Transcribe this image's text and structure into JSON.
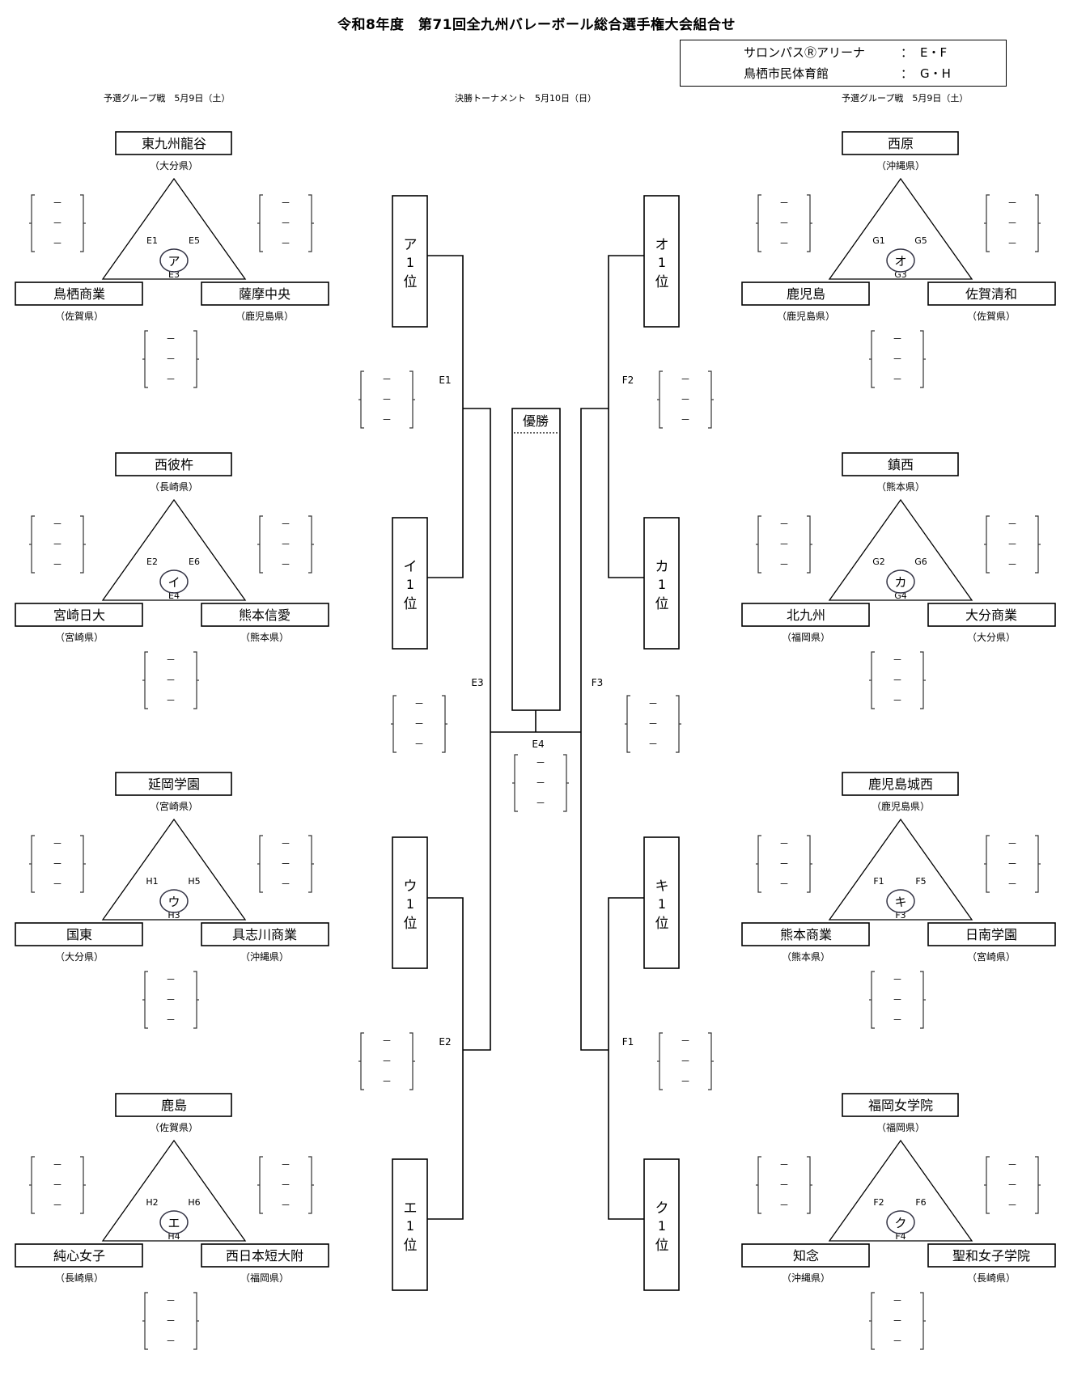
{
  "title": "令和8年度　第71回全九州バレーボール総合選手権大会組合せ",
  "venues": [
    {
      "name": "サロンパスⓇアリーナ",
      "colon": "：",
      "courts": "E・F"
    },
    {
      "name": "鳥栖市民体育館",
      "colon": "：",
      "courts": "G・H"
    }
  ],
  "subtitles": {
    "left": "予選グループ戦　5月9日（土）",
    "center": "決勝トーナメント　5月10日（日）",
    "right": "予選グループ戦　5月9日（土）"
  },
  "score_placeholder": "－",
  "groups": [
    {
      "id": "ア",
      "side": "left",
      "matches": [
        "E1",
        "E5",
        "E3"
      ],
      "teams": [
        {
          "name": "東九州龍谷",
          "pref": "（大分県）"
        },
        {
          "name": "鳥栖商業",
          "pref": "（佐賀県）"
        },
        {
          "name": "薩摩中央",
          "pref": "（鹿児島県）"
        }
      ]
    },
    {
      "id": "イ",
      "side": "left",
      "matches": [
        "E2",
        "E6",
        "E4"
      ],
      "teams": [
        {
          "name": "西彼杵",
          "pref": "（長崎県）"
        },
        {
          "name": "宮崎日大",
          "pref": "（宮崎県）"
        },
        {
          "name": "熊本信愛",
          "pref": "（熊本県）"
        }
      ]
    },
    {
      "id": "ウ",
      "side": "left",
      "matches": [
        "H1",
        "H5",
        "H3"
      ],
      "teams": [
        {
          "name": "延岡学園",
          "pref": "（宮崎県）"
        },
        {
          "name": "国東",
          "pref": "（大分県）"
        },
        {
          "name": "具志川商業",
          "pref": "（沖縄県）"
        }
      ]
    },
    {
      "id": "エ",
      "side": "left",
      "matches": [
        "H2",
        "H6",
        "H4"
      ],
      "teams": [
        {
          "name": "鹿島",
          "pref": "（佐賀県）"
        },
        {
          "name": "純心女子",
          "pref": "（長崎県）"
        },
        {
          "name": "西日本短大附",
          "pref": "（福岡県）"
        }
      ]
    },
    {
      "id": "オ",
      "side": "right",
      "matches": [
        "G1",
        "G5",
        "G3"
      ],
      "teams": [
        {
          "name": "西原",
          "pref": "（沖縄県）"
        },
        {
          "name": "鹿児島",
          "pref": "（鹿児島県）"
        },
        {
          "name": "佐賀清和",
          "pref": "（佐賀県）"
        }
      ]
    },
    {
      "id": "カ",
      "side": "right",
      "matches": [
        "G2",
        "G6",
        "G4"
      ],
      "teams": [
        {
          "name": "鎮西",
          "pref": "（熊本県）"
        },
        {
          "name": "北九州",
          "pref": "（福岡県）"
        },
        {
          "name": "大分商業",
          "pref": "（大分県）"
        }
      ]
    },
    {
      "id": "キ",
      "side": "right",
      "matches": [
        "F1",
        "F5",
        "F3"
      ],
      "teams": [
        {
          "name": "鹿児島城西",
          "pref": "（鹿児島県）"
        },
        {
          "name": "熊本商業",
          "pref": "（熊本県）"
        },
        {
          "name": "日南学園",
          "pref": "（宮崎県）"
        }
      ]
    },
    {
      "id": "ク",
      "side": "right",
      "matches": [
        "F2",
        "F6",
        "F4"
      ],
      "teams": [
        {
          "name": "福岡女学院",
          "pref": "（福岡県）"
        },
        {
          "name": "知念",
          "pref": "（沖縄県）"
        },
        {
          "name": "聖和女子学院",
          "pref": "（長崎県）"
        }
      ]
    }
  ],
  "tournament": {
    "rank_label": "1位",
    "slots_left": [
      "ア",
      "イ",
      "ウ",
      "エ"
    ],
    "slots_right": [
      "オ",
      "カ",
      "キ",
      "ク"
    ],
    "match_labels": {
      "left_upper": "E1",
      "left_lower": "E2",
      "left_semi": "E3",
      "right_upper": "F2",
      "right_lower": "F1",
      "right_semi": "F3",
      "final": "E4"
    },
    "champion_label": "優勝"
  }
}
